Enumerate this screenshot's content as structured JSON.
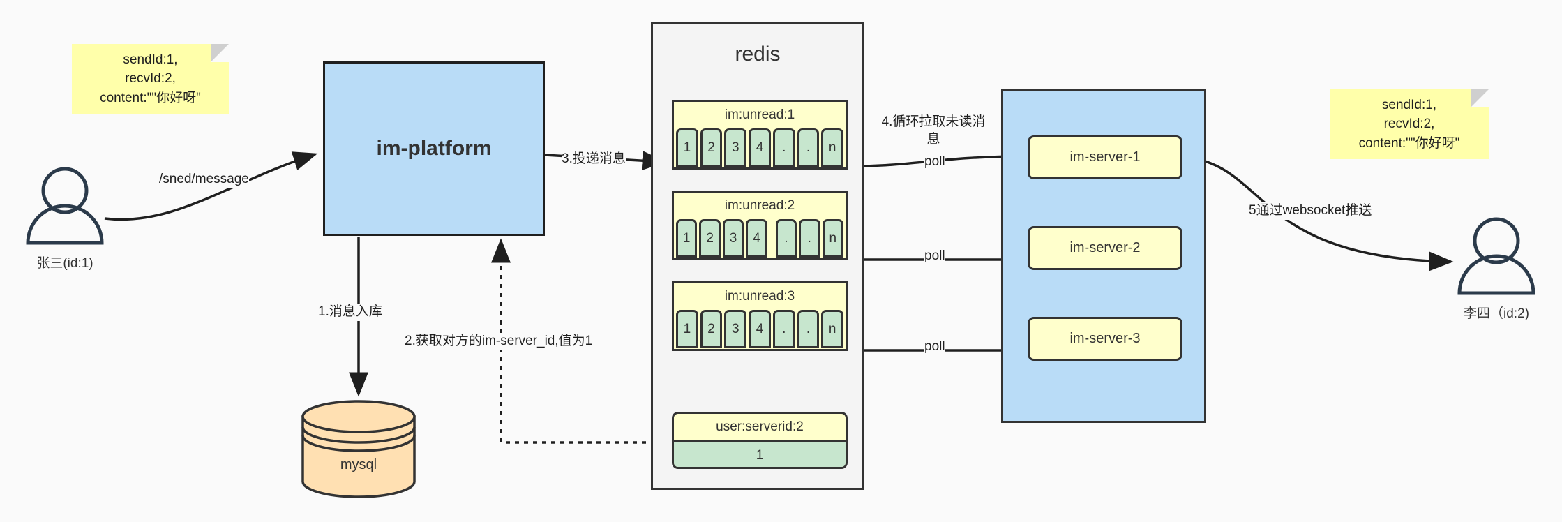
{
  "diagram": {
    "title": "im message flow",
    "colors": {
      "note_fill": "#ffffaa",
      "platform_fill": "#b9dcf7",
      "redis_fill": "#f4f4f4",
      "list_header_fill": "#ffffcc",
      "cell_fill": "#c7e6ce",
      "server_fill": "#ffffcc",
      "db_fill": "#ffe0b2",
      "stroke": "#333333"
    }
  },
  "notes": {
    "left": "sendId:1,\nrecvId:2,\ncontent:\"\"你好呀\"",
    "right": "sendId:1,\nrecvId:2,\ncontent:\"\"你好呀\""
  },
  "actors": {
    "sender": {
      "label": "张三(id:1)",
      "icon": "user-icon"
    },
    "receiver": {
      "label": "李四（id:2)",
      "icon": "user-icon"
    }
  },
  "platform": {
    "label": "im-platform"
  },
  "database": {
    "label": "mysql",
    "icon": "database-cylinder-icon"
  },
  "redis": {
    "title": "redis",
    "lists": [
      {
        "key": "im:unread:1",
        "cells": [
          "1",
          "2",
          "3",
          "4",
          ".",
          ".",
          "n"
        ]
      },
      {
        "key": "im:unread:2",
        "cells": [
          "1",
          "2",
          "3",
          "4",
          ".",
          ".",
          "n"
        ]
      },
      {
        "key": "im:unread:3",
        "cells": [
          "1",
          "2",
          "3",
          "4",
          ".",
          ".",
          "n"
        ]
      }
    ],
    "kv": {
      "key": "user:serverid:2",
      "value": "1"
    }
  },
  "servers": [
    {
      "label": "im-server-1"
    },
    {
      "label": "im-server-2"
    },
    {
      "label": "im-server-3"
    }
  ],
  "edges": {
    "send_message": "/sned/message",
    "step1": "1.消息入库",
    "step2": "2.获取对方的im-server_id,值为1",
    "step3": "3.投递消息",
    "step4": "4.循环拉取未读消\n息",
    "poll1": "poll",
    "poll2": "poll",
    "poll3": "poll",
    "step5": "5通过websocket推送"
  }
}
